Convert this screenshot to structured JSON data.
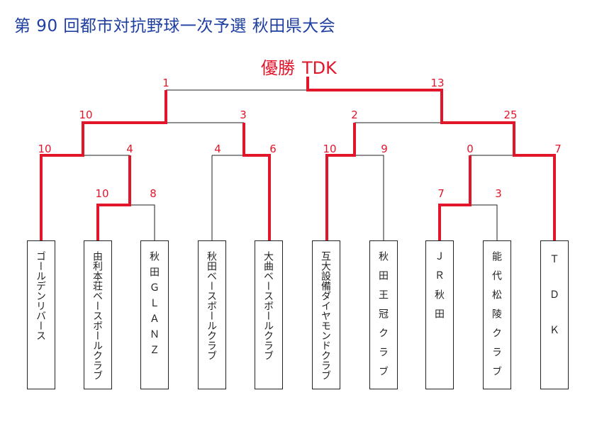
{
  "title": "第 90 回都市対抗野球一次予選  秋田県大会",
  "champion": {
    "label": "優勝",
    "team": "TDK"
  },
  "colors": {
    "title": "#1e3ea0",
    "winner": "#e1162b",
    "line": "#222222"
  },
  "teams": [
    "ゴールデンリバース",
    "由利本荘ベースボールクラブ",
    "秋田ＧＬＡＮＺ",
    "秋田ベースボールクラブ",
    "大曲ベースボールクラブ",
    "互大設備ダイヤモンドクラブ",
    "秋田王冠クラブ",
    "ＪＲ秋田",
    "能代松陵クラブ",
    "ＴＤＫ"
  ],
  "scores": {
    "r1_m1_left": "10",
    "r1_m1_right": "8",
    "r1_m2_left": "7",
    "r1_m2_right": "3",
    "r2_m1_left": "10",
    "r2_m1_right": "4",
    "r2_m2_left": "4",
    "r2_m2_right": "6",
    "r2_m3_left": "10",
    "r2_m3_right": "9",
    "r2_m4_left": "0",
    "r2_m4_right": "7",
    "sf_left_top": "10",
    "sf_left_bottom": "3",
    "sf_right_top": "2",
    "sf_right_bottom": "25",
    "final_left": "1",
    "final_right": "13"
  }
}
